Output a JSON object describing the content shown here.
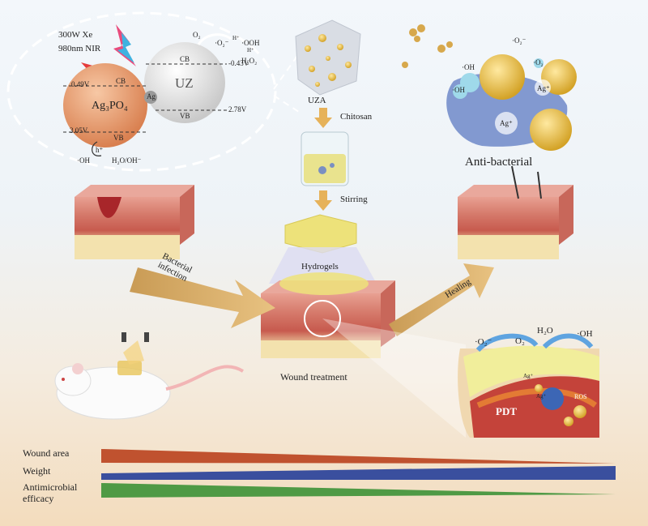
{
  "light": {
    "xe": "300W Xe",
    "nir": "980nm NIR"
  },
  "band": {
    "ag3po4": "Ag₃PO₄",
    "uz": "UZ",
    "ag": "Ag",
    "cb_left": "CB",
    "vb_left": "VB",
    "cb_right": "CB",
    "vb_right": "VB",
    "e1": "0.49V",
    "e2": "3.05V",
    "e3": "-0.43V",
    "e4": "2.78V",
    "o2": "O₂",
    "o2rad": "·O₂⁻",
    "h1": "H⁺",
    "ooh": "·OOH",
    "h2": "H⁺",
    "h2o2": "H₂O₂",
    "hplus": "h⁺",
    "oh": "·OH",
    "h2o": "H₂O/OH⁻"
  },
  "flow": {
    "uza": "UZA",
    "chitosan": "Chitosan",
    "stirring": "Stirring",
    "hydrogels": "Hydrogels"
  },
  "antibacterial": {
    "title": "Anti-bacterial",
    "o2rad": "·O₂⁻",
    "oh1": "·OH",
    "oh2": "·OH",
    "o2": "·O₂",
    "ag1": "Ag⁺",
    "ag2": "Ag⁺"
  },
  "stages": {
    "bacterial": "Bacterial\ninfection",
    "healing": "Healing",
    "wound": "Wound treatment"
  },
  "pdt": {
    "o2rad": "·O₂⁻",
    "o2": "O₂",
    "h2o": "H₂O",
    "oh": "·OH",
    "pdt": "PDT",
    "ros": "ROS",
    "ag1": "Ag⁺",
    "ag2": "Ag⁺"
  },
  "metrics": [
    {
      "label": "Wound area",
      "color": "#c0522f",
      "trend": "decreasing"
    },
    {
      "label": "Weight",
      "color": "#3a4f9e",
      "trend": "increasing"
    },
    {
      "label": "Antimicrobial efficacy",
      "color": "#4f9a45",
      "trend": "decreasing"
    }
  ]
}
